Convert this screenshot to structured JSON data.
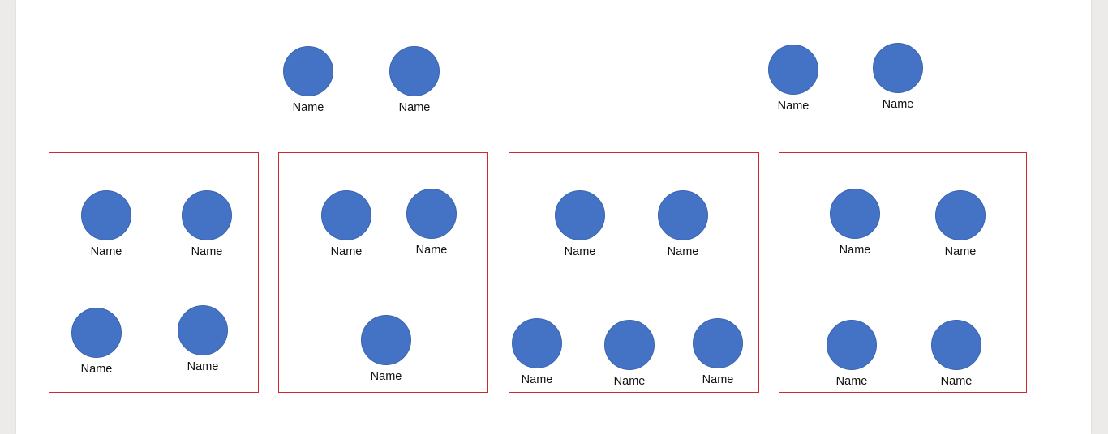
{
  "colors": {
    "node_fill": "#4472c4",
    "node_stroke": "#3a64ad",
    "group_border": "#d0282e",
    "background": "#ffffff"
  },
  "top_people": [
    {
      "name": "Name"
    },
    {
      "name": "Name"
    },
    {
      "name": "Name"
    },
    {
      "name": "Name"
    }
  ],
  "groups": [
    {
      "members": [
        {
          "name": "Name"
        },
        {
          "name": "Name"
        },
        {
          "name": "Name"
        },
        {
          "name": "Name"
        }
      ]
    },
    {
      "members": [
        {
          "name": "Name"
        },
        {
          "name": "Name"
        },
        {
          "name": "Name"
        }
      ]
    },
    {
      "members": [
        {
          "name": "Name"
        },
        {
          "name": "Name"
        },
        {
          "name": "Name"
        },
        {
          "name": "Name"
        },
        {
          "name": "Name"
        }
      ]
    },
    {
      "members": [
        {
          "name": "Name"
        },
        {
          "name": "Name"
        },
        {
          "name": "Name"
        },
        {
          "name": "Name"
        }
      ]
    }
  ]
}
